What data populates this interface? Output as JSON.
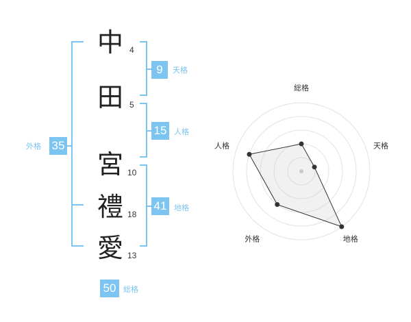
{
  "name_chars": [
    {
      "char": "中",
      "strokes": "4"
    },
    {
      "char": "田",
      "strokes": "5"
    },
    {
      "char": "宮",
      "strokes": "10"
    },
    {
      "char": "禮",
      "strokes": "18"
    },
    {
      "char": "愛",
      "strokes": "13"
    }
  ],
  "fortunes": {
    "tenkaku": {
      "value": "9",
      "label": "天格"
    },
    "jinkaku": {
      "value": "15",
      "label": "人格"
    },
    "chikaku": {
      "value": "41",
      "label": "地格"
    },
    "gaikaku": {
      "value": "35",
      "label": "外格"
    },
    "soukaku": {
      "value": "50",
      "label": "総格"
    }
  },
  "colors": {
    "accent": "#7cc5f0",
    "text": "#222222"
  },
  "chart_data": {
    "type": "radar",
    "axes": [
      "総格",
      "天格",
      "地格",
      "外格",
      "人格"
    ],
    "values": [
      2,
      1,
      5,
      3,
      4
    ],
    "range": [
      0,
      5
    ],
    "rings": 5
  }
}
